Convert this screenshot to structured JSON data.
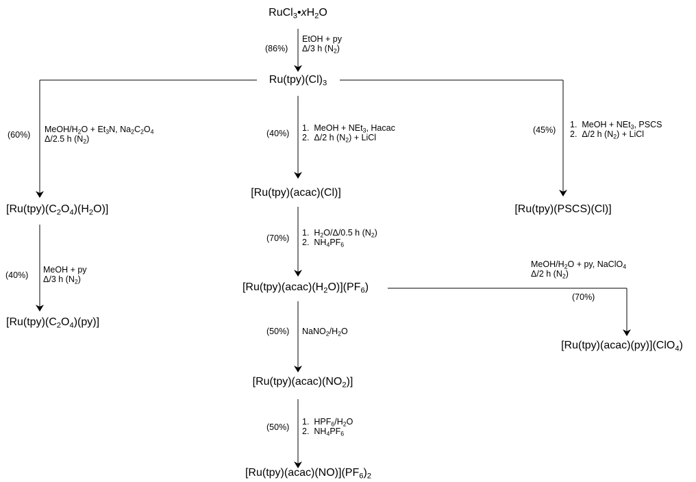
{
  "compounds": [
    {
      "id": "start",
      "text": "RuCl<sub>3</sub>&#8226;<i>x</i>H<sub>2</sub>O"
    },
    {
      "id": "tpy",
      "text": "Ru(tpy)(Cl)<sub>3</sub>"
    },
    {
      "id": "oxalato_aqua",
      "text": "[Ru(tpy)(C<sub>2</sub>O<sub>4</sub>)(H<sub>2</sub>O)]"
    },
    {
      "id": "acac_cl",
      "text": "[Ru(tpy)(acac)(Cl)]"
    },
    {
      "id": "pscs_cl",
      "text": "[Ru(tpy)(PSCS)(Cl)]"
    },
    {
      "id": "acac_aqua",
      "text": "[Ru(tpy)(acac)(H<sub>2</sub>O)](PF<sub>6</sub>)"
    },
    {
      "id": "oxalato_py",
      "text": "[Ru(tpy)(C<sub>2</sub>O<sub>4</sub>)(py)]"
    },
    {
      "id": "acac_py",
      "text": "[Ru(tpy)(acac)(py)](ClO<sub>4</sub>)"
    },
    {
      "id": "acac_no2",
      "text": "[Ru(tpy)(acac)(NO<sub>2</sub>)]"
    },
    {
      "id": "acac_no",
      "text": "[Ru(tpy)(acac)(NO)](PF<sub>6</sub>)<sub>2</sub>"
    }
  ],
  "steps": [
    {
      "id": "s1",
      "yield": "(86%)",
      "conditions": [
        "EtOH + py",
        "&#916;/3 h (N<sub>2</sub>)"
      ]
    },
    {
      "id": "s2",
      "yield": "(60%)",
      "conditions": [
        "MeOH/H<sub>2</sub>O + Et<sub>3</sub>N, Na<sub>2</sub>C<sub>2</sub>O<sub>4</sub>",
        "&#916;/2.5 h (N<sub>2</sub>)"
      ]
    },
    {
      "id": "s3",
      "yield": "(40%)",
      "conditions": [
        "1.&nbsp;&nbsp;MeOH + NEt<sub>3</sub>, Hacac",
        "2.&nbsp;&nbsp;&#916;/2 h (N<sub>2</sub>) + LiCl"
      ]
    },
    {
      "id": "s4",
      "yield": "(45%)",
      "conditions": [
        "1.&nbsp;&nbsp;MeOH + NEt<sub>3</sub>, PSCS",
        "2.&nbsp;&nbsp;&#916;/2 h (N<sub>2</sub>) + LiCl"
      ]
    },
    {
      "id": "s5",
      "yield": "(70%)",
      "conditions": [
        "1.&nbsp;&nbsp;H<sub>2</sub>O/&#916;/0.5 h (N<sub>2</sub>)",
        "2.&nbsp;&nbsp;NH<sub>4</sub>PF<sub>6</sub>"
      ]
    },
    {
      "id": "s6",
      "yield": "(40%)",
      "conditions": [
        "MeOH + py",
        "&#916;/3 h (N<sub>2</sub>)"
      ]
    },
    {
      "id": "s7",
      "yield": "(70%)",
      "conditions": [
        "MeOH/H<sub>2</sub>O + py, NaClO<sub>4</sub>",
        "&#916;/2 h (N<sub>2</sub>)"
      ]
    },
    {
      "id": "s8",
      "yield": "(50%)",
      "conditions": [
        "NaNO<sub>2</sub>/H<sub>2</sub>O"
      ]
    },
    {
      "id": "s9",
      "yield": "(50%)",
      "conditions": [
        "1.&nbsp;&nbsp;HPF<sub>6</sub>/H<sub>2</sub>O",
        "2.&nbsp;&nbsp;NH<sub>4</sub>PF<sub>6</sub>"
      ]
    }
  ],
  "colors": {
    "ink": "#000000",
    "background": "#ffffff"
  }
}
